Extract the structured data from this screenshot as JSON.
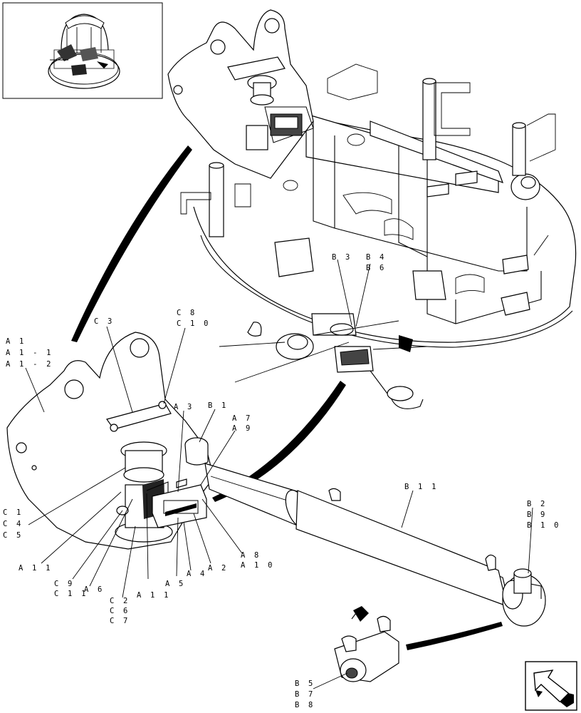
{
  "labels": {
    "A1": "A 1",
    "A1_1": "A 1 - 1",
    "A1_2": "A 1 - 2",
    "C3": "C 3",
    "C8": "C 8",
    "C10": "C 1 0",
    "A3": "A 3",
    "B1": "B 1",
    "A7": "A 7",
    "A9": "A 9",
    "C1": "C 1",
    "C4": "C 4",
    "C5": "C 5",
    "A11a": "A 1 1",
    "C9": "C 9",
    "C11": "C 1 1",
    "A6": "A 6",
    "C2": "C 2",
    "C6": "C 6",
    "C7": "C 7",
    "A11b": "A 1 1",
    "A5": "A 5",
    "A4": "A 4",
    "A2": "A 2",
    "A8": "A 8",
    "A10": "A 1 0",
    "B11": "B 1 1",
    "B2": "B 2",
    "B9": "B 9",
    "B10": "B 1 0",
    "B3": "B 3",
    "B4": "B 4",
    "B6": "B 6",
    "B5": "B 5",
    "B7": "B 7",
    "B8": "B 8"
  },
  "icons": {
    "thumbnail": "machine-overview-thumbnail",
    "nav": "back-arrow-icon"
  }
}
